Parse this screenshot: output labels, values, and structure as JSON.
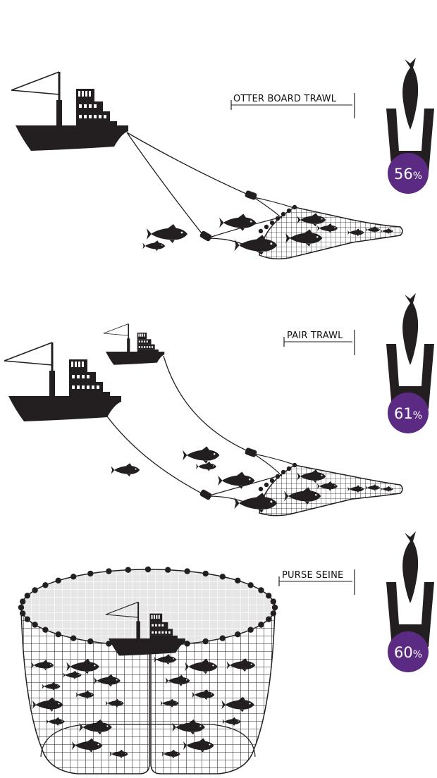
{
  "methods": [
    {
      "name": "OTTER BOARD TRAWL",
      "percent": "56",
      "unit": "%"
    },
    {
      "name": "PAIR TRAWL",
      "percent": "61",
      "unit": "%"
    },
    {
      "name": "PURSE SEINE",
      "percent": "60",
      "unit": "%"
    }
  ],
  "colors": {
    "ink": "#231f20",
    "badge": "#5b2b83",
    "net_fill": "#e6e6e6"
  },
  "icons": [
    "fishing-boat-icon",
    "fish-icon",
    "fish-in-container-icon"
  ]
}
